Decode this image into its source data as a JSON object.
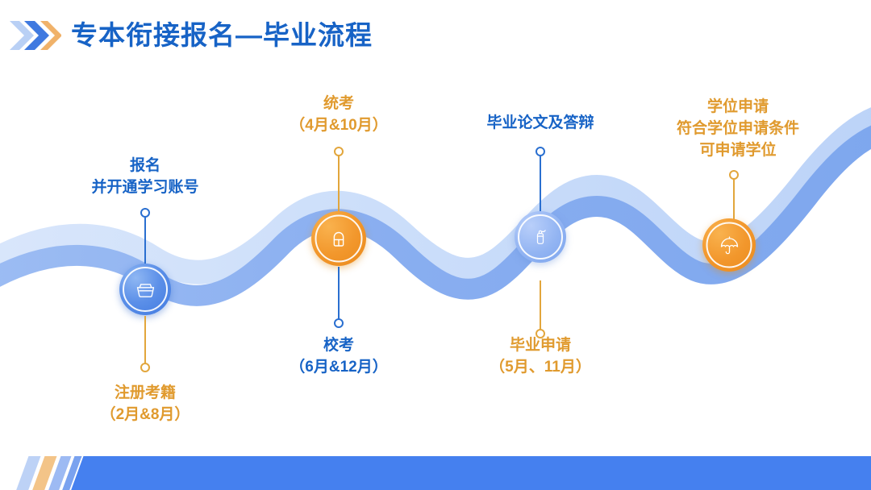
{
  "header": {
    "title": "专本衔接报名—毕业流程",
    "arrow_icon": "double-chevron-icon",
    "title_color": "#1763c6",
    "chevron_colors": [
      "#b9d0f5",
      "#3f79e0",
      "#f0b26a"
    ]
  },
  "colors": {
    "blue": "#1763c6",
    "orange": "#e09a2e",
    "node_blue": "#4580ef",
    "node_blue_light": "#88a9ee",
    "node_orange": "#f0962a",
    "wave_light": "#cfdffa",
    "wave_mid": "#8fb2f0",
    "bottom_bar": "#4580ef"
  },
  "flow": {
    "nodes": [
      {
        "id": "node-1",
        "icon": "basket-icon",
        "circle_style": "blue",
        "label_position": "top",
        "label_color": "orange_below_blue_above",
        "top_label": {
          "color": "#1763c6",
          "lines": [
            "报名",
            "并开通学习账号"
          ]
        },
        "bottom_label": {
          "color": "#e09a2e",
          "lines": [
            "注册考籍",
            "（2月&8月）"
          ]
        }
      },
      {
        "id": "node-2",
        "icon": "book-icon",
        "circle_style": "orange",
        "top_label": {
          "color": "#e09a2e",
          "lines": [
            "统考",
            "（4月&10月）"
          ]
        },
        "bottom_label": {
          "color": "#1763c6",
          "lines": [
            "校考",
            "（6月&12月）"
          ]
        }
      },
      {
        "id": "node-3",
        "icon": "extinguisher-icon",
        "circle_style": "blue_light",
        "top_label": {
          "color": "#1763c6",
          "lines": [
            "毕业论文及答辩"
          ]
        },
        "bottom_label": {
          "color": "#e09a2e",
          "lines": [
            "毕业申请",
            "（5月、11月）"
          ]
        }
      },
      {
        "id": "node-4",
        "icon": "umbrella-icon",
        "circle_style": "orange",
        "top_label": {
          "color": "#e09a2e",
          "lines": [
            "学位申请",
            "符合学位申请条件",
            "可申请学位"
          ]
        },
        "bottom_label": null
      }
    ]
  },
  "footer": {
    "bar_label": "",
    "decor": "diagonal-stripes"
  }
}
